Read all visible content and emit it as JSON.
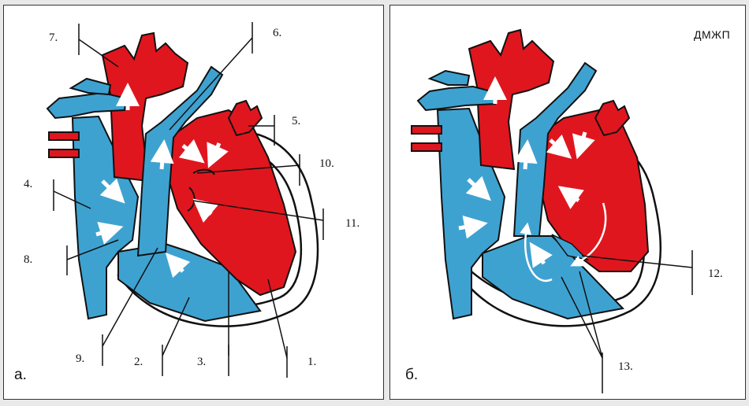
{
  "colors": {
    "oxygenated": "#e0161e",
    "deoxygenated": "#3ea2d1",
    "outline": "#111111",
    "arrow": "#ffffff"
  },
  "panel_a": {
    "letter": "а.",
    "labels": {
      "l1": "1.",
      "l2": "2.",
      "l3": "3.",
      "l4": "4.",
      "l5": "5.",
      "l6": "6.",
      "l7": "7.",
      "l8": "8.",
      "l9": "9.",
      "l10": "10.",
      "l11": "11."
    }
  },
  "panel_b": {
    "letter": "б.",
    "tag": "ДМЖП",
    "labels": {
      "l12": "12.",
      "l13": "13."
    }
  }
}
